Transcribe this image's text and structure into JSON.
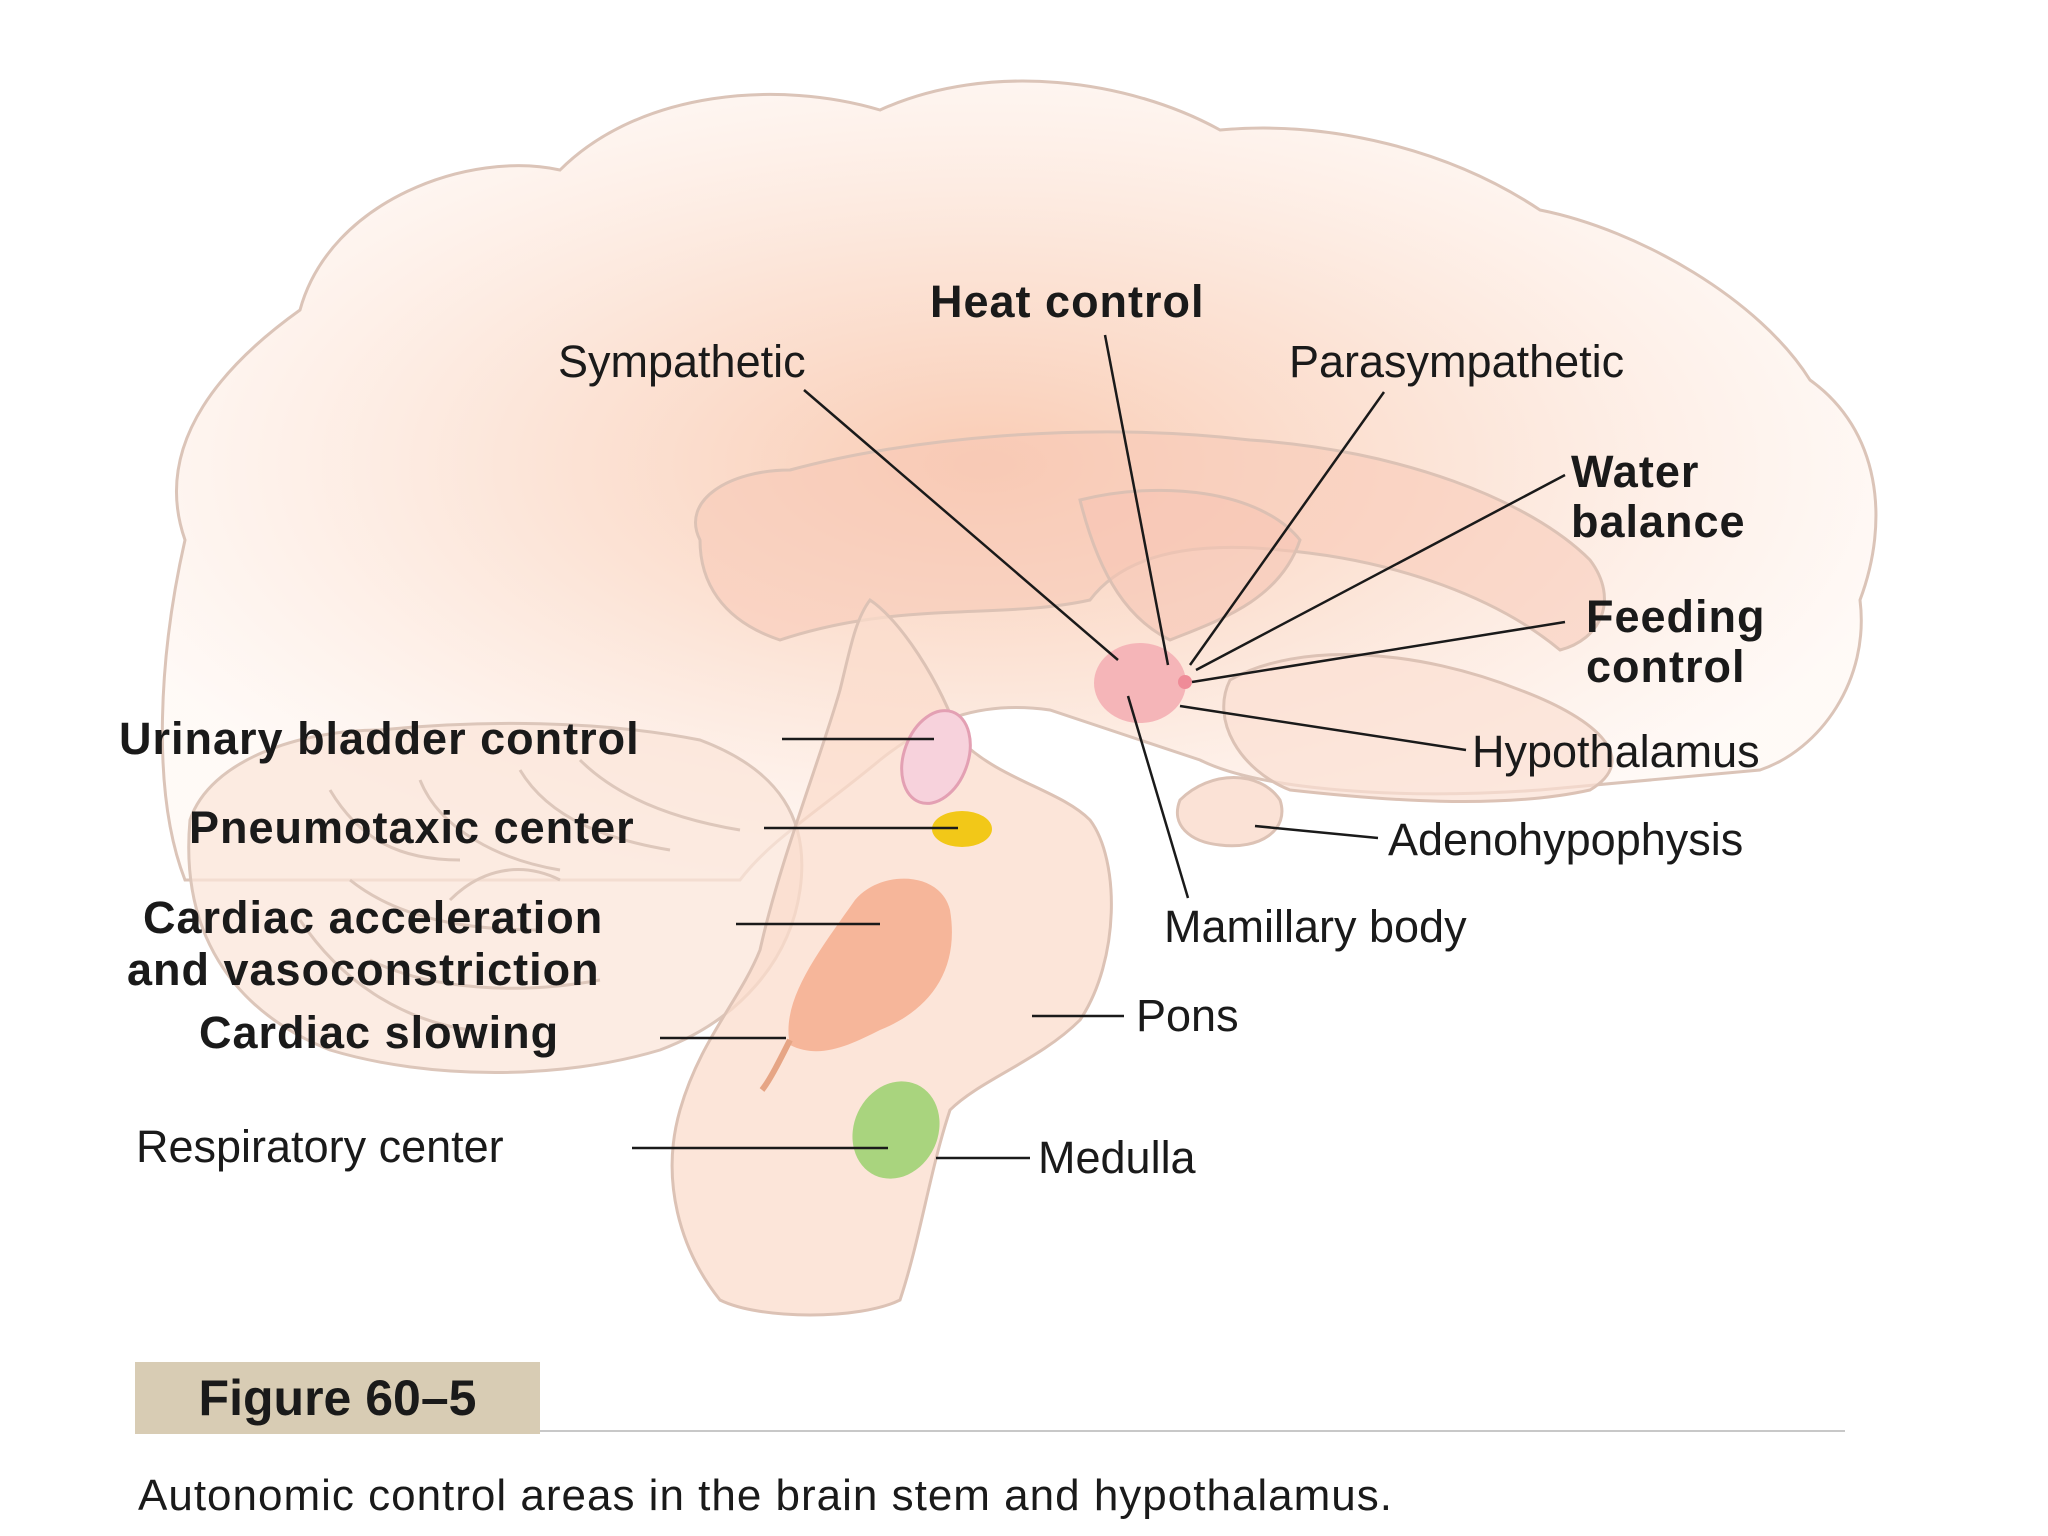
{
  "labels": {
    "heat_control": "Heat control",
    "sympathetic": "Sympathetic",
    "parasympathetic": "Parasympathetic",
    "water_balance_1": "Water",
    "water_balance_2": "balance",
    "feeding_control_1": "Feeding",
    "feeding_control_2": "control",
    "hypothalamus": "Hypothalamus",
    "adenohypophysis": "Adenohypophysis",
    "mamillary_body": "Mamillary body",
    "pons": "Pons",
    "medulla": "Medulla",
    "urinary_bladder_control": "Urinary bladder control",
    "pneumotaxic_center": "Pneumotaxic center",
    "cardiac_acceleration_1": "Cardiac acceleration",
    "cardiac_acceleration_2": "and vasoconstriction",
    "cardiac_slowing": "Cardiac slowing",
    "respiratory_center": "Respiratory center"
  },
  "figure": {
    "number": "Figure 60–5",
    "caption": "Autonomic control areas in the brain stem and hypothalamus."
  },
  "colors": {
    "brain_glow": "#fbd9c6",
    "outline": "#d9c2b6",
    "hypothalamus": "#f5b5b8",
    "urinary_bladder_center": "#f7d2dc",
    "pneumotaxic_center": "#f2c818",
    "cardiac_center": "#f6b69a",
    "respiratory_center": "#a9d47e",
    "figure_box": "#d8ccb4"
  }
}
